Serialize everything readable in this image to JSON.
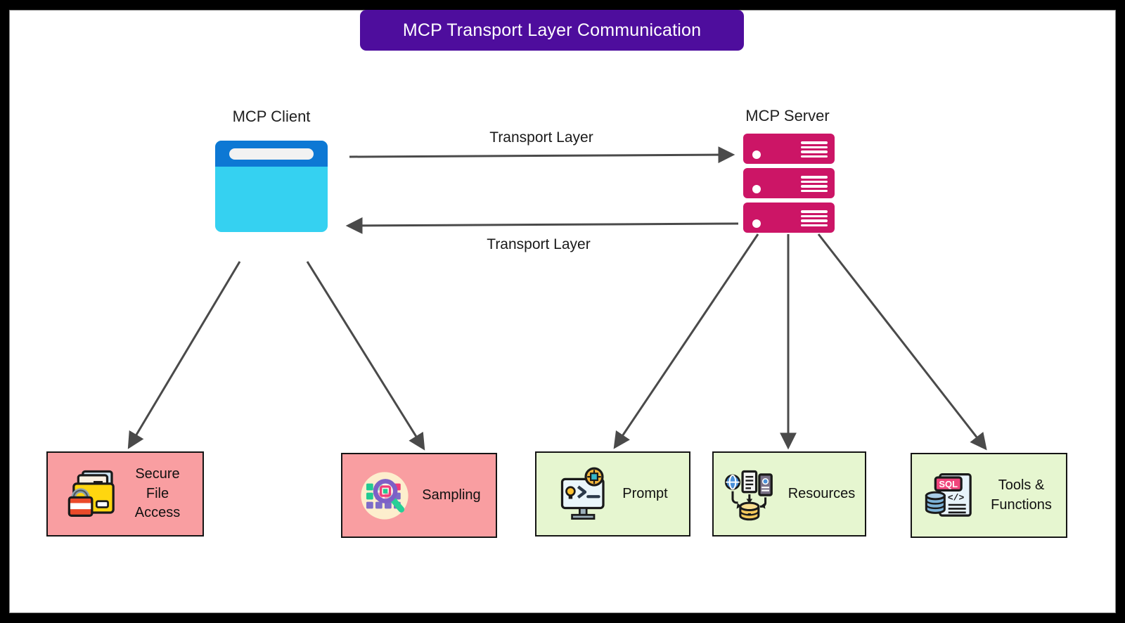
{
  "title": {
    "text": "MCP Transport Layer Communication"
  },
  "client": {
    "label": "MCP Client",
    "icon": "browser-window-icon"
  },
  "server": {
    "label": "MCP Server",
    "icon": "server-stack-icon"
  },
  "transport": {
    "top_label": "Transport Layer",
    "bottom_label": "Transport Layer",
    "top_direction": "client-to-server",
    "bottom_direction": "server-to-client"
  },
  "boxes": [
    {
      "id": "secure-file-access",
      "label": "Secure File Access",
      "icon": "folder-lock-icon",
      "bg": "#f99ea1"
    },
    {
      "id": "sampling",
      "label": "Sampling",
      "icon": "magnifier-grid-icon",
      "bg": "#f99ea1"
    },
    {
      "id": "prompt",
      "label": "Prompt",
      "icon": "monitor-chip-icon",
      "bg": "#e6f6d0"
    },
    {
      "id": "resources",
      "label": "Resources",
      "icon": "data-sources-icon",
      "bg": "#e6f6d0"
    },
    {
      "id": "tools-functions",
      "label": "Tools & Functions",
      "icon": "sql-document-icon",
      "bg": "#e6f6d0"
    }
  ],
  "edges": [
    {
      "from": "client",
      "to": "server",
      "label": "Transport Layer"
    },
    {
      "from": "server",
      "to": "client",
      "label": "Transport Layer"
    },
    {
      "from": "client",
      "to": "secure-file-access"
    },
    {
      "from": "client",
      "to": "sampling"
    },
    {
      "from": "server",
      "to": "prompt"
    },
    {
      "from": "server",
      "to": "resources"
    },
    {
      "from": "server",
      "to": "tools-functions"
    }
  ],
  "colors": {
    "banner_bg": "#4e0d9d",
    "banner_text": "#ffffff",
    "client_topbar": "#0d78d4",
    "client_body": "#35d1f1",
    "server_pink": "#cc1566",
    "box_pink": "#f99ea1",
    "box_green": "#e6f6d0",
    "arrow_gray": "#4a4a4a",
    "frame_black": "#000000"
  }
}
